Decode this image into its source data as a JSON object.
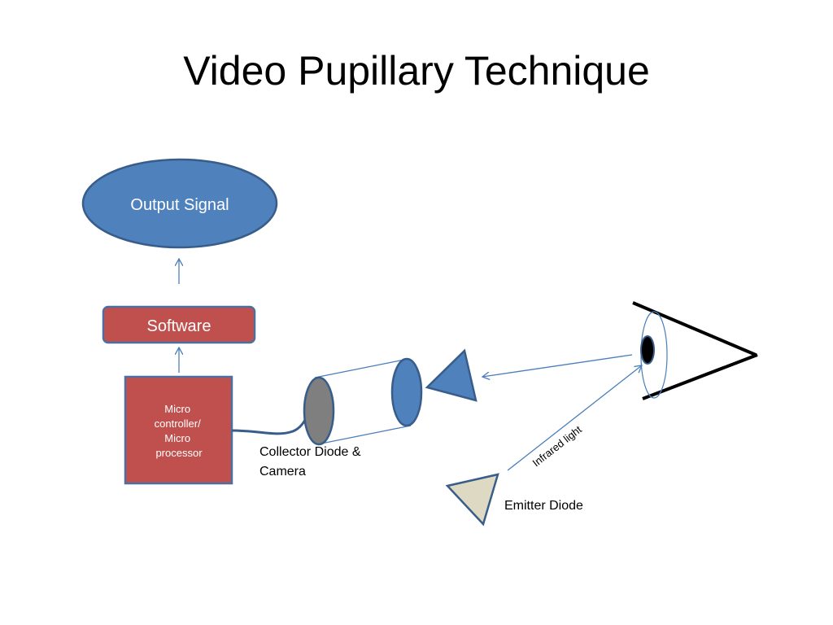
{
  "slide": {
    "title": "Video Pupillary Technique"
  },
  "diagram": {
    "output_signal_label": "Output Signal",
    "software_label": "Software",
    "microcontroller_lines": [
      "Micro",
      "controller/",
      "Micro",
      "processor"
    ],
    "collector_label_lines": [
      "Collector Diode &",
      "Camera"
    ],
    "infrared_label": "Infrared light",
    "emitter_label": "Emitter Diode"
  },
  "colors": {
    "blue_fill": "#4f81bd",
    "blue_stroke": "#385d8a",
    "red_fill": "#c0504d",
    "red_stroke": "#4f6ea0",
    "lens_gray": "#7f7f7f",
    "emitter_fill": "#ddd9c3"
  }
}
